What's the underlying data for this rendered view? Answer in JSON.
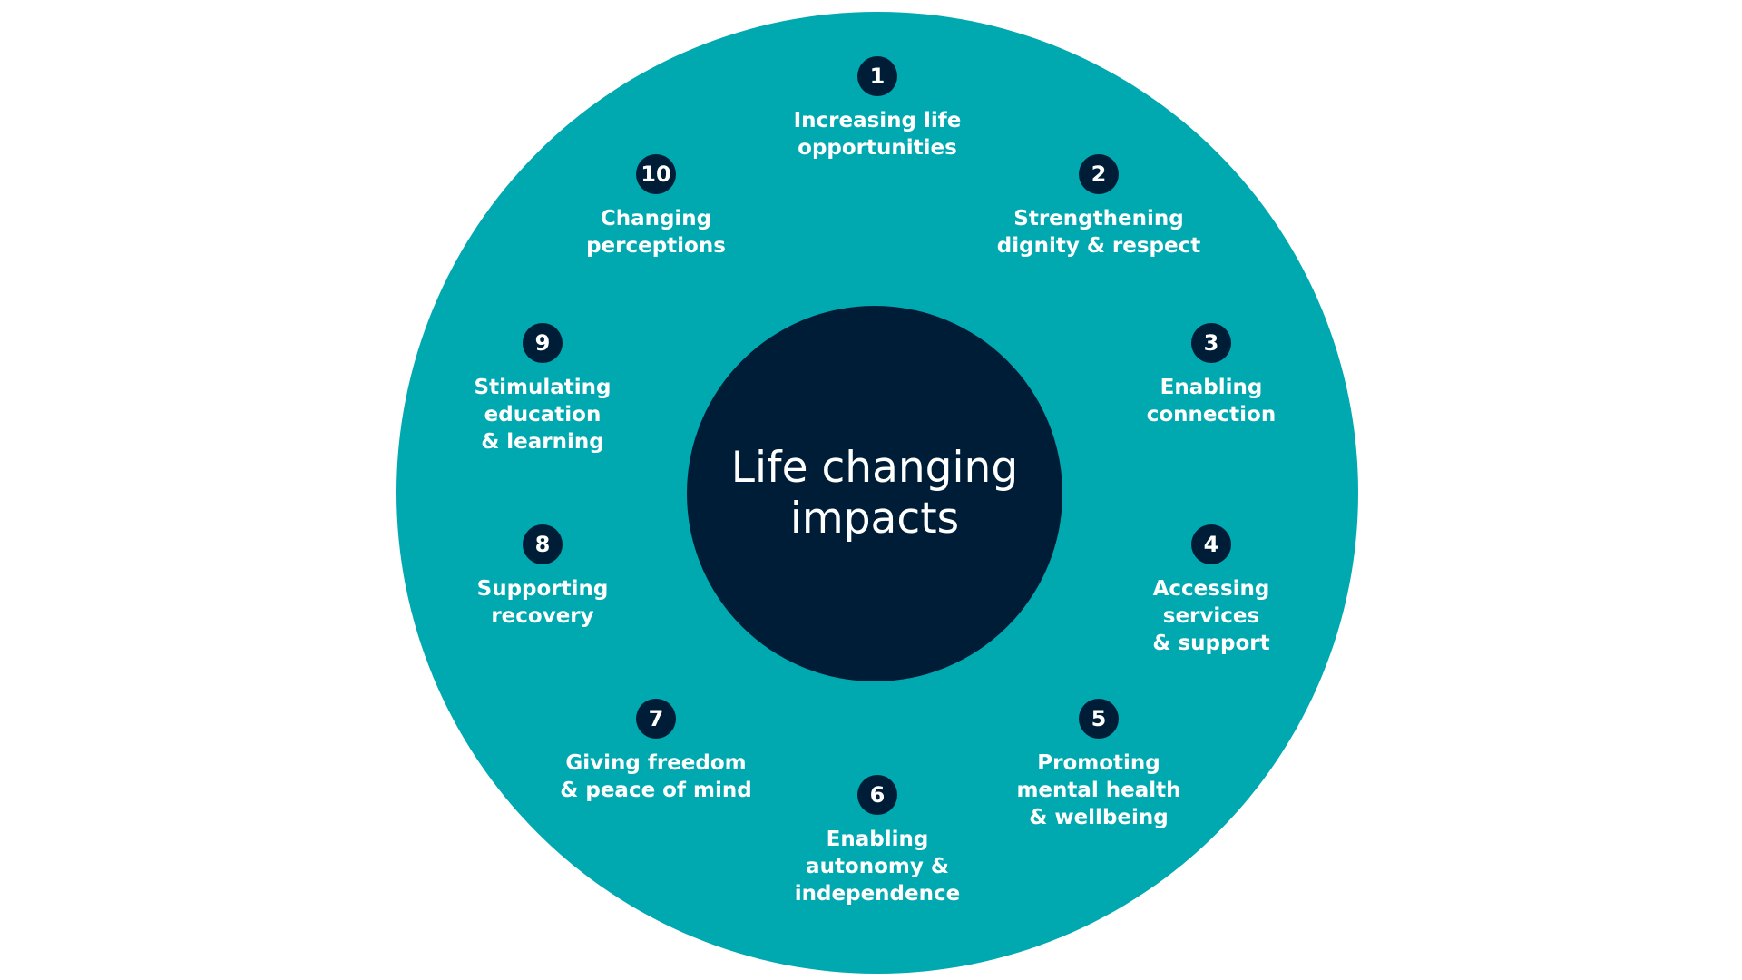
{
  "colors": {
    "ring": "#00a9b0",
    "navy": "#001d37",
    "text_on_dark": "#ffffff"
  },
  "center": {
    "title": "Life changing\nimpacts"
  },
  "impacts": [
    {
      "number": "1",
      "label": "Increasing life\nopportunities"
    },
    {
      "number": "2",
      "label": "Strengthening\ndignity & respect"
    },
    {
      "number": "3",
      "label": "Enabling\nconnection"
    },
    {
      "number": "4",
      "label": "Accessing\nservices\n& support"
    },
    {
      "number": "5",
      "label": "Promoting\nmental health\n& wellbeing"
    },
    {
      "number": "6",
      "label": "Enabling\nautonomy &\nindependence"
    },
    {
      "number": "7",
      "label": "Giving freedom\n& peace of mind"
    },
    {
      "number": "8",
      "label": "Supporting\nrecovery"
    },
    {
      "number": "9",
      "label": "Stimulating\neducation\n& learning"
    },
    {
      "number": "10",
      "label": "Changing\nperceptions"
    }
  ]
}
